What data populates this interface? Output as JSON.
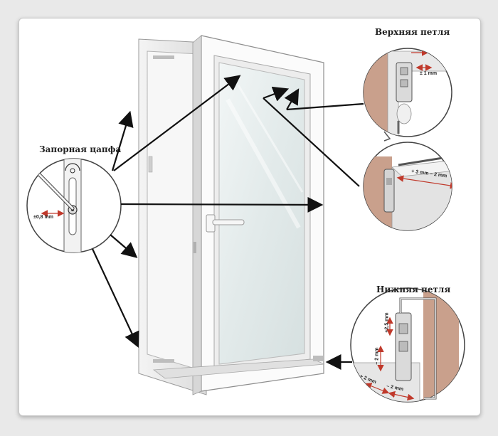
{
  "labels": {
    "locking_pin": "Запорная цапфа",
    "top_hinge": "Верхняя петля",
    "bottom_hinge": "Нижняя петля"
  },
  "dimensions": {
    "pin_offset": "±0,8 mm",
    "top_hinge_shift": "± 1 mm",
    "top_hinge_range": "+ 3 mm – 2 mm",
    "bottom_hinge_height": "+2,5 mm",
    "bottom_hinge_vertical": "– 2 mm",
    "bottom_hinge_left": "+ 2 mm",
    "bottom_hinge_right": "– 2 mm"
  },
  "colors": {
    "background": "#e9e9e9",
    "frame": "#ffffff",
    "glass": "#e4ecec",
    "wall_brown": "#c9a08c",
    "dimension_red": "#c0392b",
    "arrow": "#111111"
  }
}
